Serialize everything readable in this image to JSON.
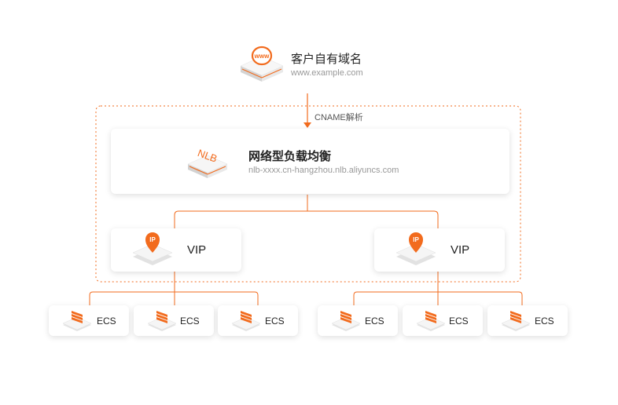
{
  "domain_node": {
    "title": "客户自有域名",
    "subtitle": "www.example.com",
    "icon_text": "www"
  },
  "cname_label": "CNAME解析",
  "nlb_node": {
    "title": "网络型负载均衡",
    "subtitle": "nlb-xxxx.cn-hangzhou.nlb.aliyuncs.com",
    "icon_text": "NLB"
  },
  "vip_nodes": [
    {
      "label": "VIP",
      "icon_text": "IP"
    },
    {
      "label": "VIP",
      "icon_text": "IP"
    }
  ],
  "ecs_nodes": [
    {
      "label": "ECS"
    },
    {
      "label": "ECS"
    },
    {
      "label": "ECS"
    },
    {
      "label": "ECS"
    },
    {
      "label": "ECS"
    },
    {
      "label": "ECS"
    }
  ],
  "colors": {
    "accent": "#f26b1d",
    "card_shadow": "#d8d8d8",
    "text": "#222222",
    "subtext": "#999999"
  }
}
